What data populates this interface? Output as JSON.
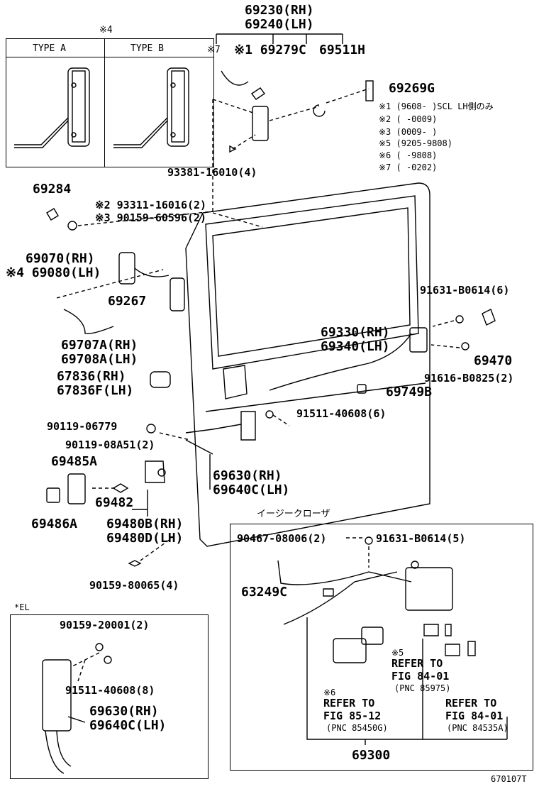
{
  "top": {
    "rh": "69230(RH)",
    "lh": "69240(LH)"
  },
  "type_box": {
    "mark": "※4",
    "type_a": "TYPE A",
    "type_b": "TYPE B"
  },
  "labels": {
    "p69279": "※1 69279C",
    "p69279_mark7": "※7",
    "p69511": "69511H",
    "p69269": "69269G",
    "p93381": "93381-16010(4)",
    "p69284": "69284",
    "p93311": "※2 93311-16016(2)",
    "p90159a": "※3 90159-60596(2)",
    "p69070": "69070(RH)",
    "p69080": "※4 69080(LH)",
    "p69267": "69267",
    "p69707": "69707A(RH)",
    "p69708": "69708A(LH)",
    "p67836": "67836(RH)",
    "p67836f": "67836F(LH)",
    "p90119a": "90119-06779",
    "p90119b": "90119-08A51(2)",
    "p69485": "69485A",
    "p69486": "69486A",
    "p69482": "69482",
    "p69480b": "69480B(RH)",
    "p69480d": "69480D(LH)",
    "p90159b": "90159-80065(4)",
    "p91631a": "91631-B0614(6)",
    "p69330": "69330(RH)",
    "p69340": "69340(LH)",
    "p69470": "69470",
    "p91616": "91616-B0825(2)",
    "p69749": "69749B",
    "p91511a": "91511-40608(6)",
    "p69630": "69630(RH)",
    "p69640": "69640C(LH)",
    "easy_closer": "イージークローザ",
    "p90467": "90467-08006(2)",
    "p91631b": "91631-B0614(5)",
    "p63249": "63249C",
    "ref5_mark": "※5",
    "ref5_a": "REFER TO",
    "ref5_b": "FIG 84-01",
    "ref5_c": "(PNC 85975)",
    "ref6_mark": "※6",
    "ref6_a": "REFER TO",
    "ref6_b": "FIG 85-12",
    "ref6_c": "(PNC 85450G)",
    "ref7_a": "REFER TO",
    "ref7_b": "FIG 84-01",
    "ref7_c": "(PNC 84535A)",
    "p69300": "69300",
    "el_mark": "*EL",
    "p90159c": "90159-20001(2)",
    "p91511b": "91511-40608(8)",
    "el_69630": "69630(RH)",
    "el_69640": "69640C(LH)",
    "fig_id": "670107T"
  },
  "notes": [
    "※1 (9608-     )SCL LH側のみ",
    "※2 (      -0009)",
    "※3 (0009-      )",
    "※5 (9205-9808)",
    "※6 (      -9808)",
    "※7 (      -0202)"
  ]
}
